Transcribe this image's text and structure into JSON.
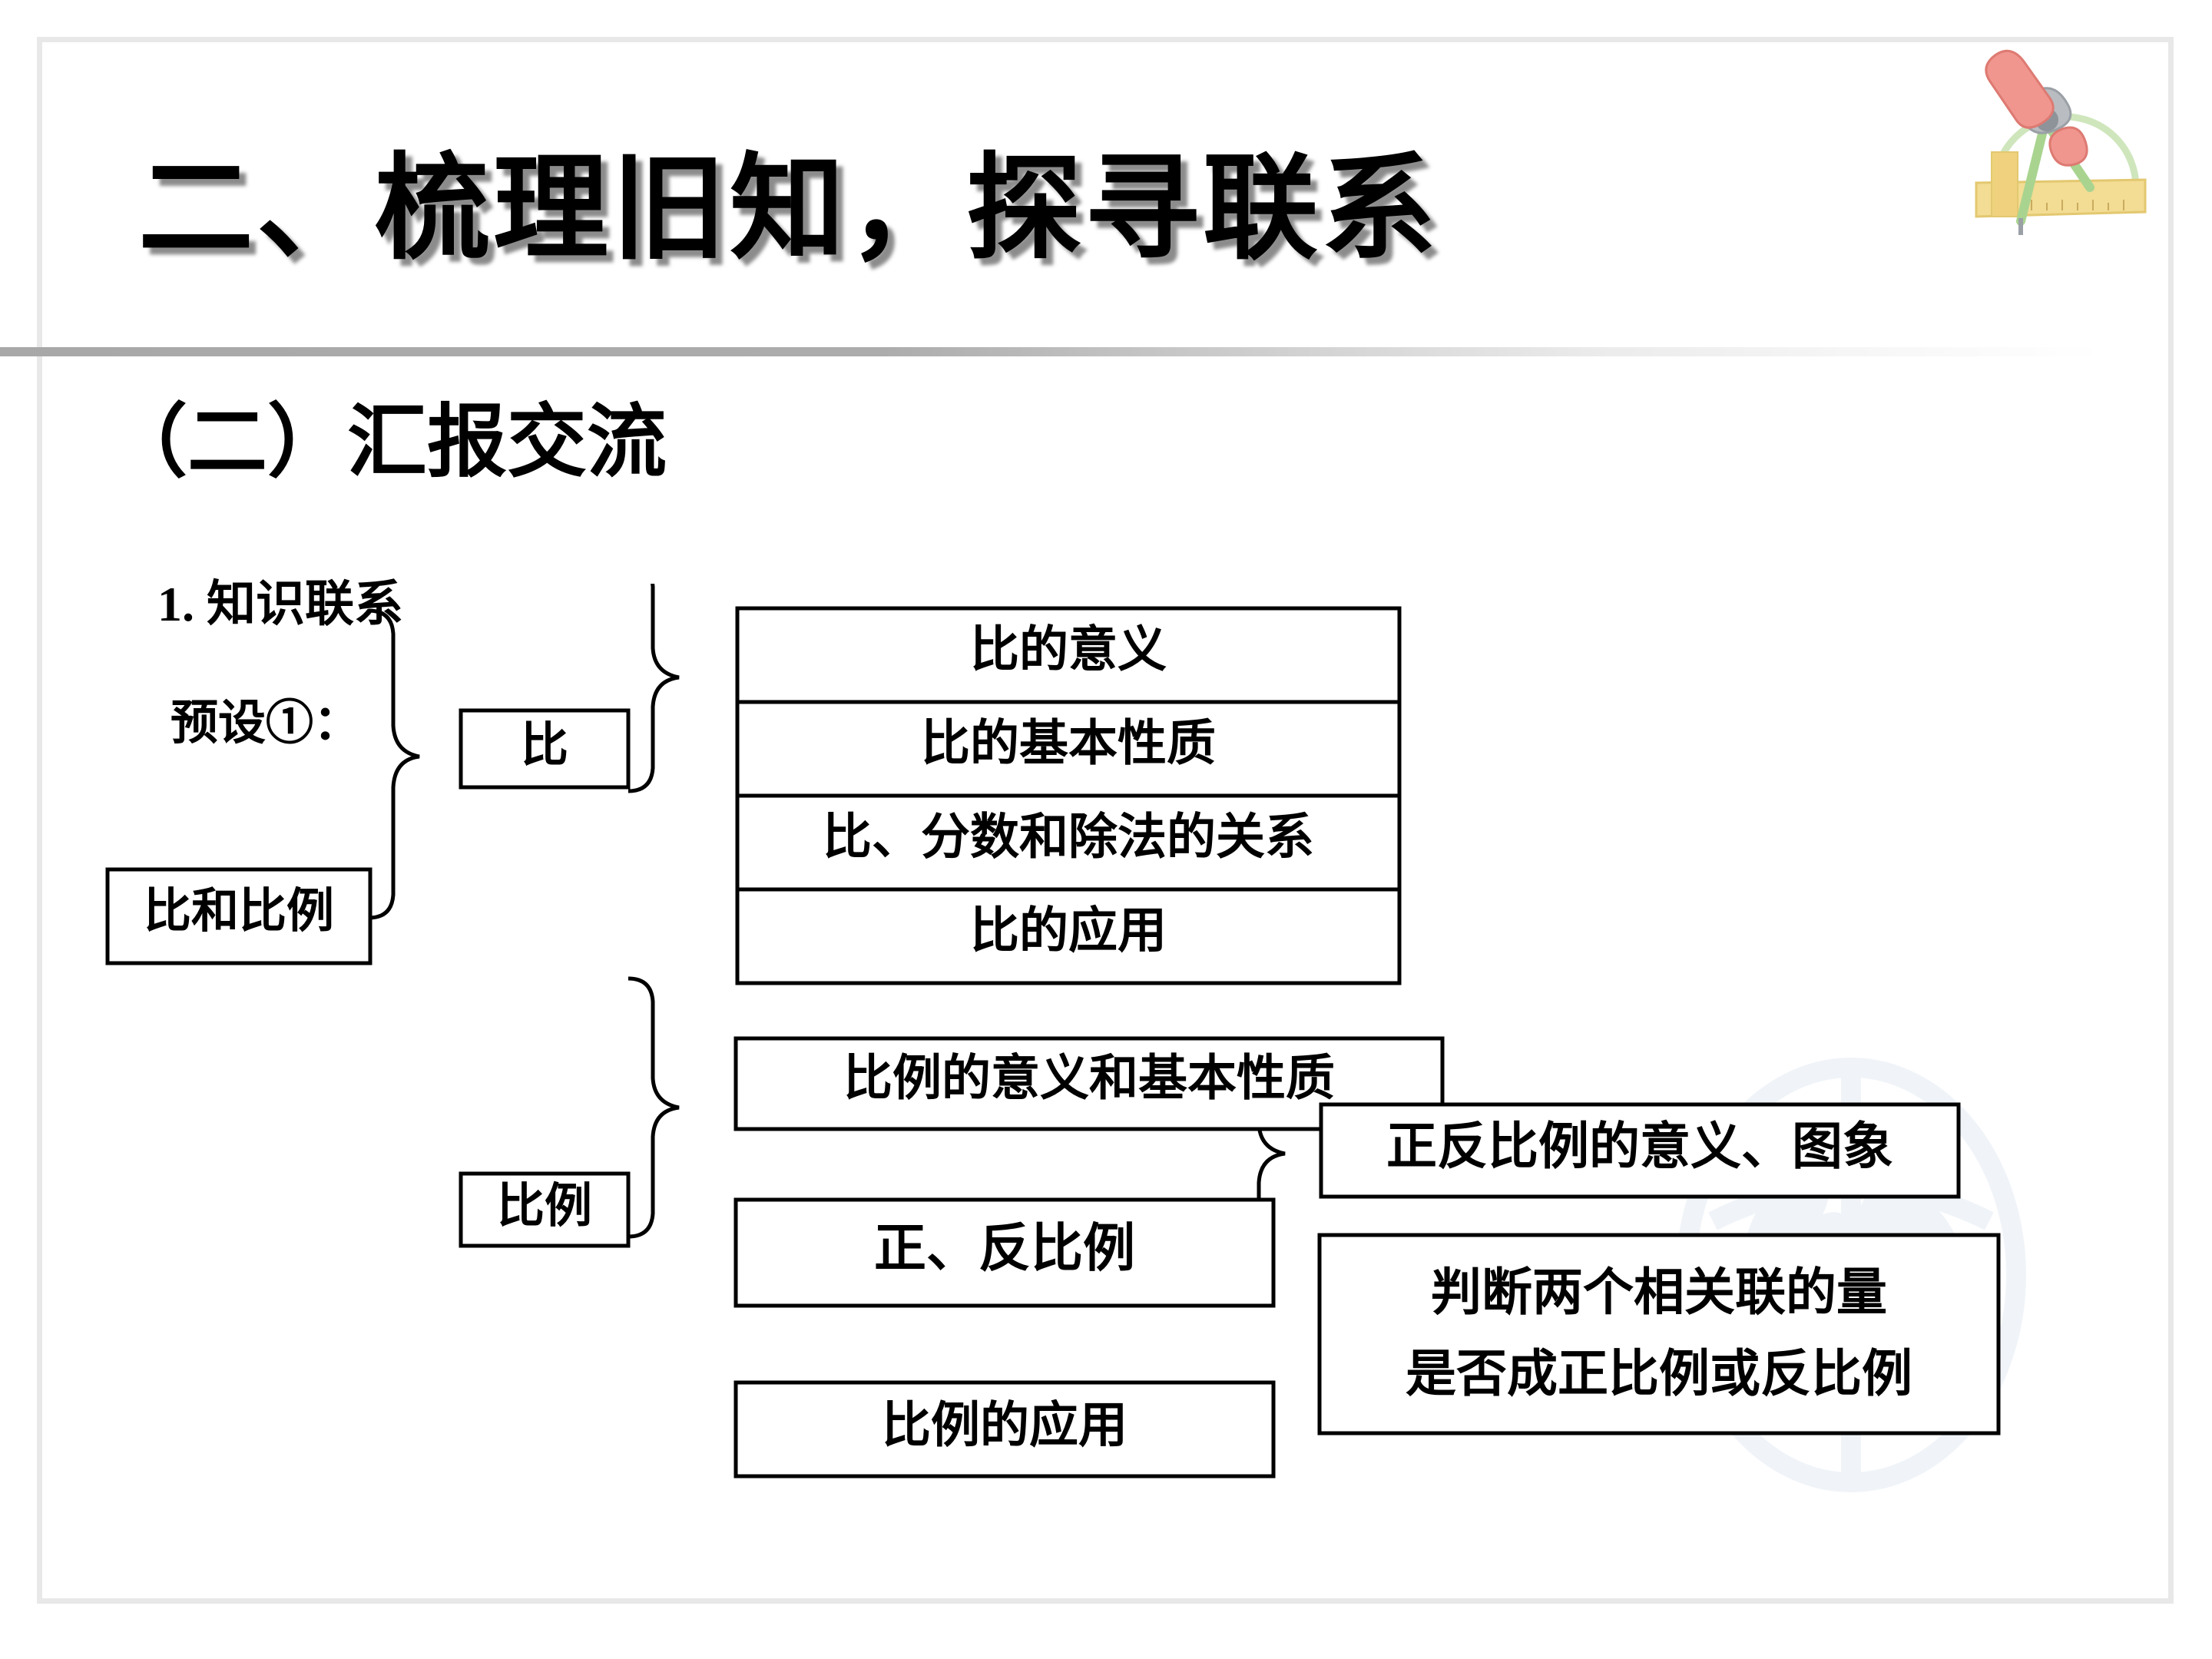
{
  "slide": {
    "header": {
      "title": "二、梳理旧知，探寻联系",
      "clipart_icon": "compass-ruler-protractor-icon"
    },
    "section_heading": "（二）汇报交流",
    "list_items": [
      {
        "number": "1.",
        "label": "知识联系"
      }
    ],
    "preset_label": "预设①："
  },
  "diagram": {
    "type": "tree",
    "root": {
      "label": "比和比例"
    },
    "branches": [
      {
        "label": "比",
        "children": [
          {
            "label": "比的意义"
          },
          {
            "label": "比的基本性质"
          },
          {
            "label": "比、分数和除法的关系"
          },
          {
            "label": "比的应用"
          }
        ]
      },
      {
        "label": "比例",
        "children": [
          {
            "label": "比例的意义和基本性质",
            "children": []
          },
          {
            "label": "正、反比例",
            "children": [
              {
                "label": "正反比例的意义、图象"
              },
              {
                "label_line1": "判断两个相关联的量",
                "label_line2": "是否成正比例或反比例"
              }
            ]
          },
          {
            "label": "比例的应用",
            "children": []
          }
        ]
      }
    ]
  },
  "colors": {
    "text": "#000000",
    "frame_border": "#e8e8e8",
    "rule_start": "#a8a8a8",
    "rule_end": "#ffffff",
    "box_stroke": "#000000",
    "box_fill": "#ffffff",
    "watermark": "#dce4ef",
    "clipart_wood": "#f2d98a",
    "clipart_red": "#f0968e",
    "clipart_green": "#b9dba4",
    "clipart_gray": "#b9bcc0"
  }
}
